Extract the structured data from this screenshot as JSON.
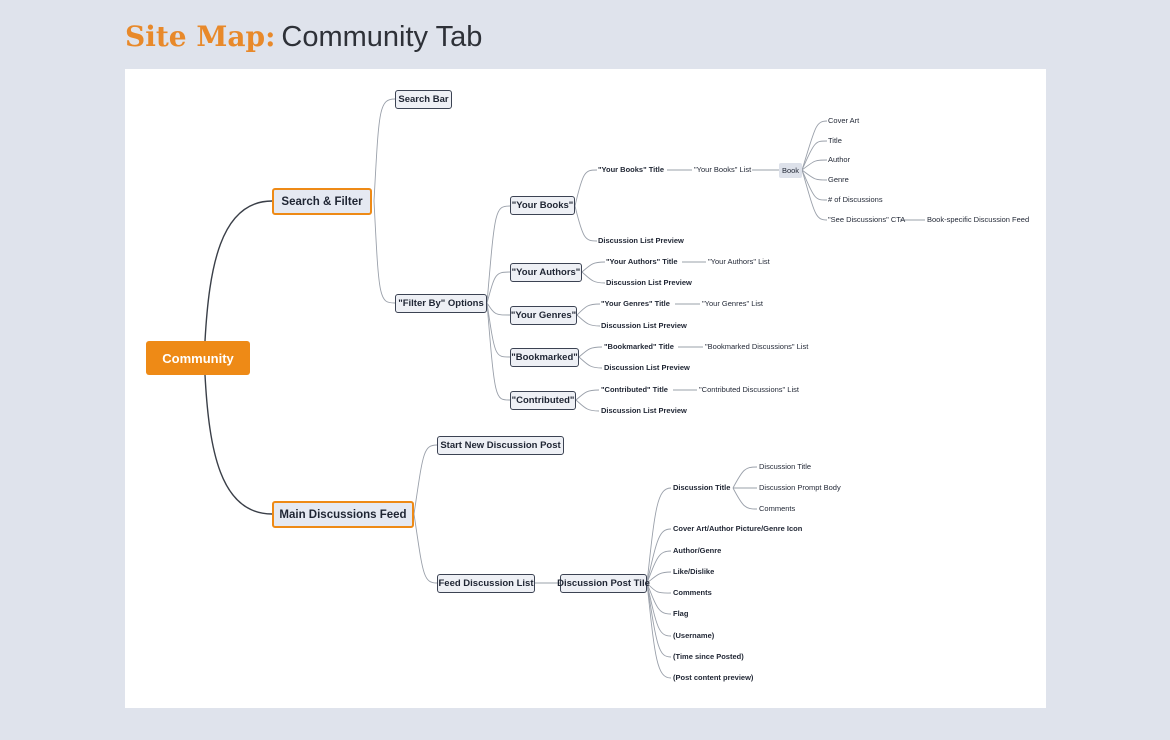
{
  "heading": {
    "lead": "Site Map:",
    "rest": "Community Tab"
  },
  "root": "Community",
  "level1": {
    "search_filter": "Search & Filter",
    "main_feed": "Main Discussions Feed"
  },
  "search_filter": {
    "search_bar": "Search Bar",
    "filter_by": "\"Filter By\" Options"
  },
  "filter_options": {
    "your_books": {
      "label": "\"Your Books\"",
      "title": "\"Your Books\" Title",
      "list": "\"Your Books\" List",
      "book": "Book",
      "book_fields": [
        "Cover Art",
        "Title",
        "Author",
        "Genre",
        "# of Discussions",
        "\"See Discussions\" CTA"
      ],
      "book_feed": "Book-specific Discussion Feed",
      "preview": "Discussion List Preview"
    },
    "your_authors": {
      "label": "\"Your Authors\"",
      "title": "\"Your Authors\" Title",
      "list": "\"Your Authors\" List",
      "preview": "Discussion List Preview"
    },
    "your_genres": {
      "label": "\"Your Genres\"",
      "title": "\"Your Genres\" Title",
      "list": "\"Your Genres\" List",
      "preview": "Discussion List Preview"
    },
    "bookmarked": {
      "label": "\"Bookmarked\"",
      "title": "\"Bookmarked\" Title",
      "list": "\"Bookmarked Discussions\" List",
      "preview": "Discussion List Preview"
    },
    "contributed": {
      "label": "\"Contributed\"",
      "title": "\"Contributed\" Title",
      "list": "\"Contributed Discussions\" List",
      "preview": "Discussion List Preview"
    }
  },
  "main_feed": {
    "start_new": "Start New Discussion Post",
    "feed_list": "Feed Discussion List",
    "post_tile": "Discussion Post Tile",
    "discussion_title": "Discussion Title",
    "title_children": [
      "Discussion Title",
      "Discussion Prompt Body",
      "Comments"
    ],
    "tile_fields": [
      "Cover Art/Author Picture/Genre Icon",
      "Author/Genre",
      "Like/Dislike",
      "Comments",
      "Flag",
      "(Username)",
      "(Time since Posted)",
      "(Post content preview)"
    ]
  },
  "colors": {
    "accent": "#ee8a16",
    "heading_accent": "#e8892a",
    "background": "#dfe3ec",
    "line": "#9aa0aa",
    "main_line": "#3a3f48"
  }
}
